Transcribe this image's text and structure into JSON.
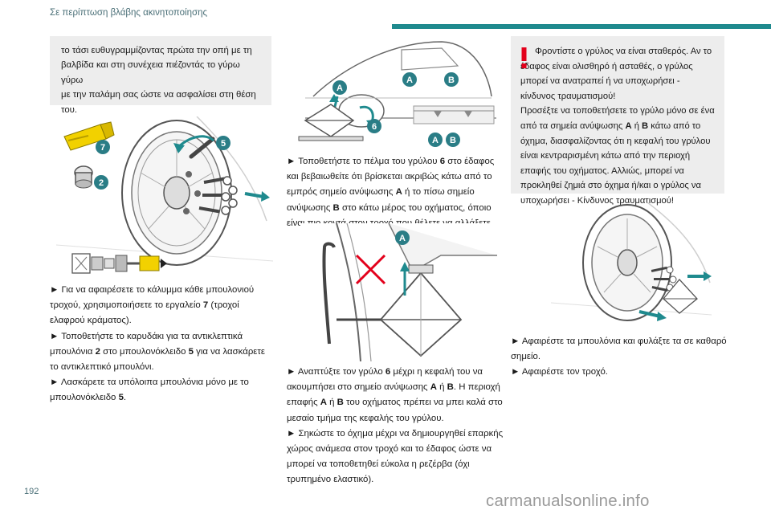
{
  "header": {
    "title": "Σε περίπτωση βλάβης ακινητοποίησης"
  },
  "box1": {
    "lines": [
      "το τάσι ευθυγραμμίζοντας πρώτα την οπή με τη",
      "βαλβίδα και στη συνέχεια πιέζοντάς το γύρω γύρω",
      "με την παλάμη σας ώστε να ασφαλίσει στη θέση",
      "του."
    ]
  },
  "figure1": {
    "labels": [
      "7",
      "5",
      "2"
    ]
  },
  "col1": {
    "p1": {
      "arrow": "►",
      "pre": " Για να αφαιρέσετε το κάλυμμα κάθε μπουλονιού τροχού, χρησιμοποιήσετε το εργαλείο ",
      "bold": "7",
      "post": " (τροχοί ελαφρού κράματος)."
    },
    "p2": {
      "arrow": "►",
      "pre": " Τοποθετήστε το καρυδάκι για τα αντικλεπτικά μπουλόνια ",
      "b1": "2",
      "mid": " στο μπουλονόκλειδο ",
      "b2": "5",
      "post": " για να λασκάρετε το αντικλεπτικό μπουλόνι."
    },
    "p3": {
      "arrow": "►",
      "pre": " Λασκάρετε τα υπόλοιπα μπουλόνια μόνο με το μπουλονόκλειδο ",
      "bold": "5",
      "post": "."
    }
  },
  "figure2": {
    "labels": [
      "A",
      "A",
      "B",
      "6",
      "A",
      "B"
    ]
  },
  "col2": {
    "p1": {
      "arrow": "►",
      "pre": " Τοποθετήστε το πέλμα του γρύλου ",
      "b1": "6",
      "t1": " στο έδαφος και βεβαιωθείτε ότι βρίσκεται ακριβώς κάτω από το εμπρός σημείο ανύψωσης ",
      "b2": "A",
      "t2": " ή το πίσω σημείο ανύψωσης ",
      "b3": "B",
      "t3": " στο κάτω μέρος του οχήματος, όποιο είναι πιο κοντά στον τροχό που θέλετε να αλλάξετε."
    },
    "p2": {
      "arrow": "►",
      "pre": " Αναπτύξτε τον γρύλο ",
      "b1": "6",
      "t1": " μέχρι η κεφαλή του να ακουμπήσει στο σημείο ανύψωσης ",
      "b2": "A",
      "t2": " ή ",
      "b3": "B",
      "t3": ". Η περιοχή επαφής ",
      "b4": "A",
      "t4": " ή ",
      "b5": "B",
      "t5": " του οχήματος πρέπει να μπει καλά στο μεσαίο τμήμα της κεφαλής του γρύλου."
    },
    "p3": {
      "arrow": "►",
      "text": " Σηκώστε το όχημα μέχρι να δημιουργηθεί επαρκής χώρος ανάμεσα στον τροχό και το έδαφος ώστε να μπορεί να τοποθετηθεί εύκολα η ρεζέρβα (όχι τρυπημένο ελαστικό)."
    }
  },
  "figure3": {
    "labels": [
      "A"
    ]
  },
  "warning": {
    "t1": "Φροντίστε ο γρύλος να είναι σταθερός. Αν το έδαφος είναι ολισθηρό ή ασταθές, ο γρύλος μπορεί να ανατραπεί ή να υποχωρήσει - κίνδυνος τραυματισμού!",
    "t2a": "Προσέξτε να τοποθετήσετε το γρύλο μόνο σε ένα από τα σημεία ανύψωσης ",
    "b1": "A",
    "t2b": " ή ",
    "b2": "B",
    "t2c": " κάτω από το όχημα, διασφαλίζοντας ότι η κεφαλή του γρύλου είναι κεντραρισμένη κάτω από την περιοχή επαφής του οχήματος. Αλλιώς, μπορεί να προκληθεί ζημιά στο όχημα ή/και ο γρύλος να υποχωρήσει - Κίνδυνος τραυματισμού!"
  },
  "col3": {
    "p1": {
      "arrow": "►",
      "text": " Αφαιρέστε τα μπουλόνια και φυλάξτε τα σε καθαρό σημείο."
    },
    "p2": {
      "arrow": "►",
      "text": " Αφαιρέστε τον τροχό."
    }
  },
  "footer": {
    "page": "192",
    "watermark": "carmanualsonline.info"
  },
  "colors": {
    "teal": "#1f8a8e",
    "callout": "#2a7d86",
    "warning": "#e3001b",
    "yellow": "#f2d100",
    "box": "#ededed"
  }
}
